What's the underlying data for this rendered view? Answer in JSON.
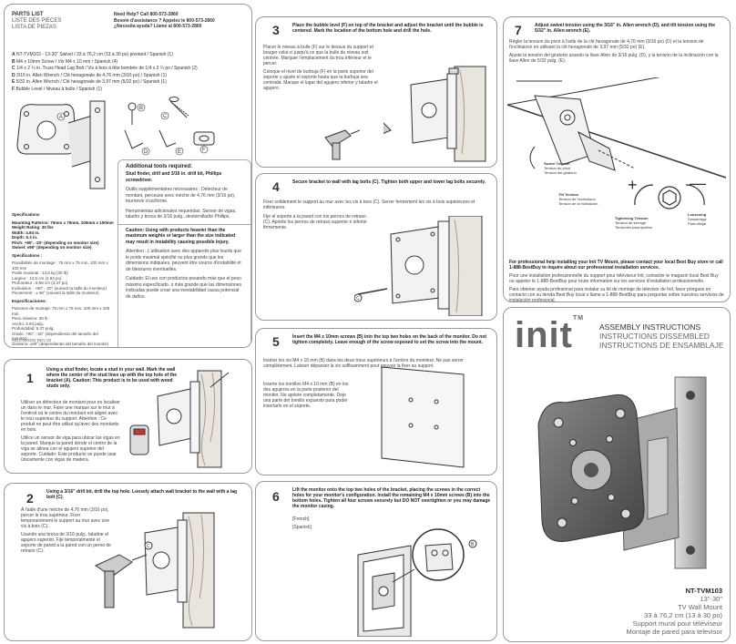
{
  "parts": {
    "title": "PARTS LIST",
    "title_fr": "LISTE DES PIÈCES",
    "title_es": "LISTA DE PIEZAS",
    "help_en": "Need Help? Call 800-573-2860",
    "help_fr": "Besoin d'assistance ? Appelez le 800-573-2860",
    "help_es": "¿Necesita ayuda? Llame al 800-573-2860",
    "items": [
      {
        "key": "A",
        "text": "NT-TVM103 - 13-30\" Swivel / 33 à 76,2 cm (13 à 30 po) pivotant / Spanish (1)"
      },
      {
        "key": "B",
        "text": "M4 x 10mm Screw / Vis M4 x 10 mm / Spanish (4)"
      },
      {
        "key": "C",
        "text": "1/4 x 2 ¼ in. Truss Head Lag Bolt / Vis à bois à tête bombée de 1/4 x 2 ¼ po / Spanish (2)"
      },
      {
        "key": "D",
        "text": "3/16 in. Allen Wrench / Clé hexagonale de 4,76 mm (3/16 po) / Spanish (1)"
      },
      {
        "key": "E",
        "text": "5/32 in. Allen Wrench / Clé hexagonale de 3,97 mm (5/32 po) / Spanish (1)"
      },
      {
        "key": "F",
        "text": "Bubble Level / Niveau à bulle / Spanish (1)"
      }
    ],
    "labels": [
      "A",
      "B",
      "C",
      "D",
      "E",
      "F"
    ]
  },
  "tools": {
    "heading": "Additional tools required:",
    "en": "Stud finder, drill and 3/16 in. drill bit, Phillips screwdriver.",
    "fr": "Outils supplémentaires nécessaires : Détecteur de montant, perceuse avec mèche de 4,76 mm (3/16 po), tournevis cruciforme.",
    "es": "Herramientas adicionales requeridas: Sensor de vigas, taladro y broca de 3/16 pulg., destornillador Phillips.",
    "caution_en": "Caution: Using with products heavier than the maximum weights or larger than the size indicated may result in instability causing possible injury.",
    "caution_fr": "Attention : L'utilisation avec des appareils plus lourds que le poids maximal spécifié ou plus grands que les dimensions indiquées, peuvent être source d'instabilité et de blessures éventuelles.",
    "caution_es": "Cuidado: El uso con productos pesando más que el peso máximo especificado, o más grande que las dimensiones indicadas puede crear una inestabilidad causa potencial de daños."
  },
  "specs": {
    "heading": "Specifications",
    "lines": [
      "Mounting Patterns: 75mm x 75mm, 100mm x 100mm",
      "Weight Rating: 30 lbs",
      "Width: 4.94 in.",
      "Depth: 5.3 in.",
      "Pitch: +90°, -20° (depending on monitor size)",
      "Swivel: ±90° (depending on monitor size)"
    ],
    "fr_heading": "Spécifications :",
    "fr_lines": [
      "Possibilités de montage : 75 mm x 75 mm, 100 mm x 100 mm",
      "Poids maximal : 13,6 kg (30 lb)",
      "Largeur : 12,5 cm (4,94 po)",
      "Profondeur : 8,58 cm (3,37 po)",
      "Inclinaison : +90°, -20° (suivant la taille du moniteur)",
      "Pivotement : ± 90° (suivant la taille du moniteur)"
    ],
    "es_heading": "Especificaciones:",
    "es_lines": [
      "Patrones de montaje: 75 mm x 75 mm, 100 mm x 100 mm",
      "Peso máximo: 30 lb",
      "Ancho: 4.94 pulg.",
      "Profundidad: 5.37 pulg.",
      "Grado: +90°, -20° (dependiendo del tamaño del monitor)",
      "Giratorio: ±90° (dependiendo del tamaño del monitor)"
    ],
    "code": "0822-000202 REV 02"
  },
  "steps": {
    "s1": {
      "num": "1",
      "en": "Using a stud finder, locate a stud in your wall. Mark the wall where the center of the stud lines up with the top hole of the bracket (A). Caution: This product is to be used with wood studs only.",
      "fr": "Utiliser un détecteur de montant pour en localiser un dans le mur. Faire une marque sur le mur à l'endroit où le centre du montant est aligné avec le trou supérieur du support. Attention : Ce produit ne peut être utilisé qu'avec des montants en bois.",
      "es": "Utilice un sensor de viga para ubicar las vigas en la pared. Marque la pared donde el centro de la viga se alinea con el agujero superior del soporte. Cuidado: Este producto se puede usar únicamente con vigas de madera."
    },
    "s2": {
      "num": "2",
      "en": "Using a 3/16\" drill bit, drill the top hole. Loosely attach wall bracket to the wall with a lag bolt (C).",
      "fr": "À l'aide d'une mèche de 4,76 mm (3/16 po), percer le trou supérieur. Fixer temporairement le support au mur avec une vis à bois (C).",
      "es": "Usando una broca de 3/16 pulg., taladrar el agujero superior. Fije temporalmente el soporte de pared a la pared con un perno de retraso (C)."
    },
    "s3": {
      "num": "3",
      "en": "Place the bubble level (F) on top of the bracket and adjust the bracket until the bubble is centered. Mark the location of the bottom hole and drill the hole.",
      "fr": "Placer le niveau à bulle (F) sur le dessus du support et bouger celui-ci jusqu'à ce que la bulle du niveau soit centrée. Marquer l'emplacement du trou inférieur et le percer.",
      "es": "Coloque el nivel de burbuja (F) en la parte superior del soporte y ajuste el soporte hasta que la burbuja sea centrada. Marque el lugar del agujero inferior y taladre el agujero."
    },
    "s4": {
      "num": "4",
      "en": "Secure bracket to wall with lag bolts (C). Tighten both upper and lower lag bolts securely.",
      "fr": "Fixer solidement le support au mur avec les vis à bois (C). Serrer fermement les vis à bois supérieures et inférieures.",
      "es": "Fije el soporte a la pared con los pernos de retraso (C). Apriete los pernos de retraso superior e inferior firmemente."
    },
    "s5": {
      "num": "5",
      "en": "Insert the M4 x 10mm screws (B) into the top two holes on the back of the monitor. Do not tighten completely. Leave enough of the screw exposed to set the screw into the mount.",
      "fr": "Insérer les vis M4 x 10 mm (B) dans les deux trous supérieurs à l'arrière du moniteur. Ne pas serrer complètement. Laisser dépasser la vis suffisamment pour pouvoir la fixer au support.",
      "es": "Inserte los tornillos M4 x 10 mm (B) en los dos agujeros en la parte posterior del monitor. No apriete completamente. Deje una parte del tornillo expuesto para poder insertarlo en el soporte."
    },
    "s6": {
      "num": "6",
      "en": "Lift the monitor onto the top two holes of the bracket, placing the screws in the correct holes for your monitor's configuration. Install the remaining M4 x 10mm screws (B) into the bottom holes. Tighten all four screws securely but DO NOT overtighten or you may damage the monitor casing.",
      "fr": "[French]",
      "es": "[Spanish]"
    },
    "s7": {
      "num": "7",
      "en": "Adjust swivel tension using the 3/16\" in. Allen wrench (D), and tilt tension using the 5/32\" in. Allen wrench (E).",
      "fr": "Régler la tension du pivot à l'aide de la clé hexagonale de 4,76 mm (3/16 po) (D) et la tension de l'inclinaison en utilisant la clé hexagonale de 3,97 mm (5/32 po) (E).",
      "es": "Ajuste la tensión del giratorio usando la llave Allen de 3/16 pulg. (D), y la tensión de la inclinación con la llave Allen de 5/32 pulg. (E).",
      "swivel_label": "Swivel Tension",
      "swivel_fr": "Tension du pivot",
      "swivel_es": "Tensión del giratorio",
      "tilt_label": "Tilt Tension",
      "tilt_fr": "Tension de l'inclinaison",
      "tilt_es": "Tensión de la inclinación",
      "tighten": "Tightening Tension",
      "tighten_fr": "Tension de serrage",
      "tighten_es": "Tensiones para apretar",
      "loosen": "Loosening",
      "loosen_fr": "Desserrage",
      "loosen_es": "Para aflojar",
      "plus": "+",
      "minus": "—",
      "pro_en": "For professional help installing your Init TV Mount, please contact your local Best Buy store or call 1-888-BestBuy to inquire about our professional installation services.",
      "pro_fr": "Pour une installation professionnelle du support pour téléviseur Init, contacter le magasin local Best Buy ou appeler le 1-888-BestBuy pour toute information sur les services d'installation professionnelle.",
      "pro_es": "Para obtener ayuda profesional para instalar su kit de montaje de televisor de Init, favor póngase en contacto con su tienda Best Buy local o llame a 1-888-BestBuy para preguntar sobre nuestros servicios de instalación profesional."
    }
  },
  "brand": {
    "logo": "init",
    "tm": "TM",
    "title_en": "ASSEMBLY INSTRUCTIONS",
    "title_fr": "INSTRUCTIONS DISSEMBLED",
    "title_es": "INSTRUCTIONS DE ENSAMBLAJE",
    "model": "NT-TVM103",
    "size": "13\"-30\"",
    "product": "TV Wall Mount",
    "size_fr": "33 à 76,2 cm (13 à 30 po)",
    "product_fr": "Support mural pour téléviseur",
    "product_es": "Montaje de pared para televisor"
  }
}
